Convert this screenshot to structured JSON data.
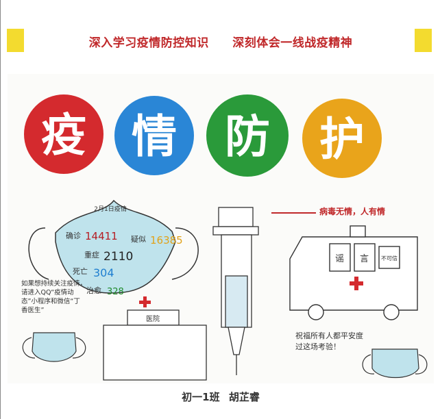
{
  "header": {
    "slogan_left": "深入学习疫情防控知识",
    "slogan_right": "深刻体会一线战疫精神",
    "accent_color": "#f3db2f",
    "title_color": "#c0282a"
  },
  "poster": {
    "title_chars": [
      "疫",
      "情",
      "防",
      "护"
    ],
    "circle_colors": [
      "#d42a2e",
      "#2a86d6",
      "#2a9a3a",
      "#e9a41b"
    ],
    "mask_heading": "2月1日疫情",
    "stats": [
      {
        "label": "确诊",
        "value": "14411",
        "color": "#b51c22"
      },
      {
        "label": "疑似",
        "value": "16385",
        "color": "#e1a21a"
      },
      {
        "label": "重症",
        "value": "2110",
        "color": "#222222"
      },
      {
        "label": "死亡",
        "value": "304",
        "color": "#1f7fd0"
      },
      {
        "label": "治愈",
        "value": "328",
        "color": "#1f8a2a"
      }
    ],
    "slogan": "病毒无情，人有情",
    "left_note": "如果想持续关注疫情，请进入QQ“疫情动态”小程序和微信“丁香医生”",
    "wish": "祝福所有人都平安度过这场考验！",
    "hospital_sign": "医院",
    "ambulance_words": [
      "谣",
      "言",
      "不可信"
    ]
  },
  "caption": {
    "class_name": "初一1班",
    "author": "胡芷睿"
  }
}
